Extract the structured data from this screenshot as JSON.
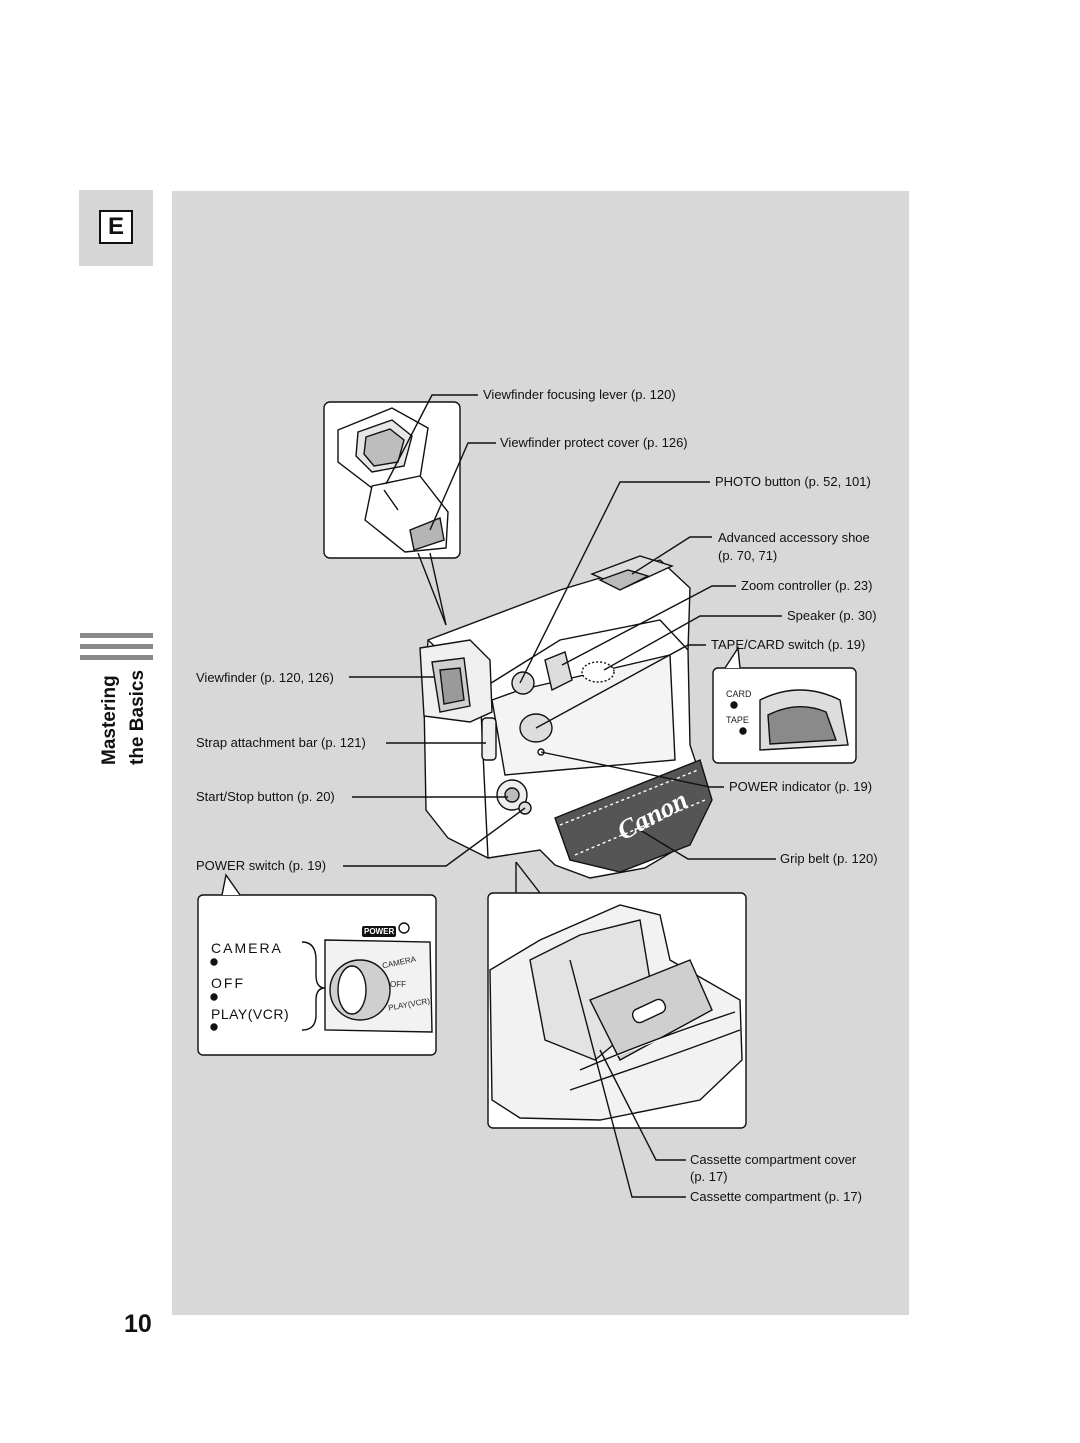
{
  "side_tab": {
    "letter": "E",
    "section_title": "Mastering\nthe Basics"
  },
  "page_number": "10",
  "brand_logo": "Canon",
  "switch_labels": {
    "card": "CARD",
    "tape": "TAPE"
  },
  "power_dial": {
    "badge": "POWER",
    "positions": [
      "CAMERA",
      "OFF",
      "PLAY(VCR)"
    ],
    "dial_markings": [
      "CAMERA",
      "OFF",
      "PLAY(VCR)"
    ]
  },
  "callouts": {
    "viewfinder_focusing_lever": "Viewfinder focusing lever (p. 120)",
    "viewfinder_protect_cover": "Viewfinder protect cover (p. 126)",
    "photo_button": "PHOTO button (p. 52, 101)",
    "accessory_shoe_line1": "Advanced accessory shoe",
    "accessory_shoe_line2": "(p. 70, 71)",
    "zoom_controller": "Zoom controller (p. 23)",
    "speaker": "Speaker (p. 30)",
    "tape_card_switch": "TAPE/CARD switch (p. 19)",
    "viewfinder": "Viewfinder (p. 120, 126)",
    "strap_attachment_bar": "Strap attachment bar (p. 121)",
    "start_stop_button": "Start/Stop button (p. 20)",
    "power_indicator": "POWER indicator (p. 19)",
    "power_switch": "POWER switch (p. 19)",
    "grip_belt": "Grip belt (p. 120)",
    "cassette_cover_line1": "Cassette compartment cover",
    "cassette_cover_line2": "(p. 17)",
    "cassette_compartment": "Cassette compartment (p. 17)"
  }
}
